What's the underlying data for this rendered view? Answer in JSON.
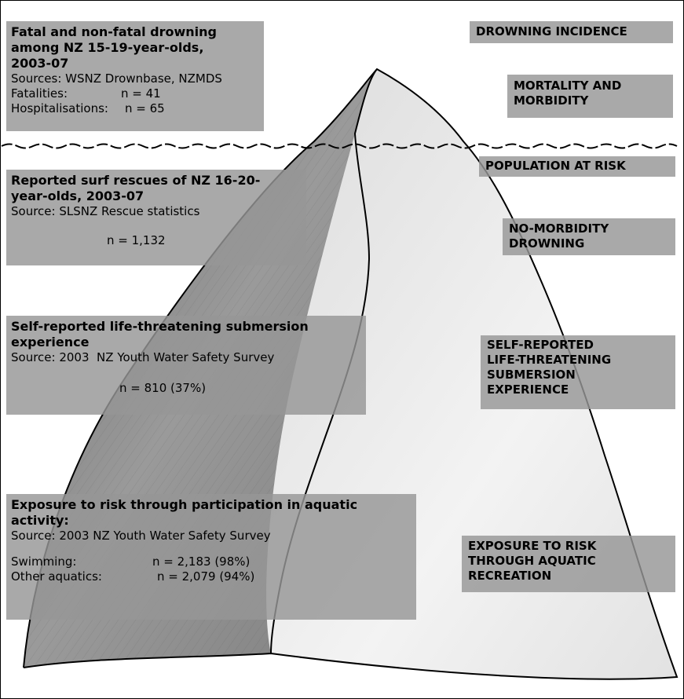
{
  "fatal": {
    "title_lines": [
      "Fatal and non-fatal drowning",
      "among  NZ 15-19-year-olds,",
      "2003-07"
    ],
    "source": "Sources: WSNZ Drownbase, NZMDS",
    "stats": [
      {
        "label": "Fatalities:",
        "value": "n = 41"
      },
      {
        "label": "Hospitalisations:",
        "value": "n = 65"
      }
    ]
  },
  "surf": {
    "title_lines": [
      "Reported surf rescues of NZ 16-20-",
      "year-olds, 2003-07"
    ],
    "source": "Source: SLSNZ Rescue statistics",
    "value": "n = 1,132"
  },
  "self_reported": {
    "title_lines": [
      "Self-reported life-threatening submersion",
      "experience"
    ],
    "source": "Source: 2003  NZ Youth Water Safety Survey",
    "value": "n = 810 (37%)"
  },
  "exposure": {
    "title_lines": [
      "Exposure to risk through participation in aquatic",
      "activity:"
    ],
    "source": "Source: 2003 NZ Youth Water Safety Survey",
    "stats": [
      {
        "label": "Swimming:",
        "value": "n = 2,183 (98%)"
      },
      {
        "label": "Other aquatics:",
        "value": "n = 2,079 (94%)"
      }
    ]
  },
  "right_labels": {
    "drowning_incidence": [
      "DROWNING INCIDENCE"
    ],
    "mortality": [
      "MORTALITY AND",
      "MORBIDITY"
    ],
    "population": [
      "POPULATION AT RISK"
    ],
    "no_morbidity": [
      "NO-MORBIDITY",
      "DROWNING"
    ],
    "self_reported": [
      "SELF-REPORTED",
      "LIFE-THREATENING",
      "SUBMERSION",
      "EXPERIENCE"
    ],
    "exposure": [
      "EXPOSURE TO RISK",
      "THROUGH AQUATIC",
      "RECREATION"
    ]
  },
  "colors": {
    "box_fill": "#969696",
    "ice_shadow": "#8c8c8c",
    "ice_light": "#ececec",
    "outline": "#000000"
  }
}
